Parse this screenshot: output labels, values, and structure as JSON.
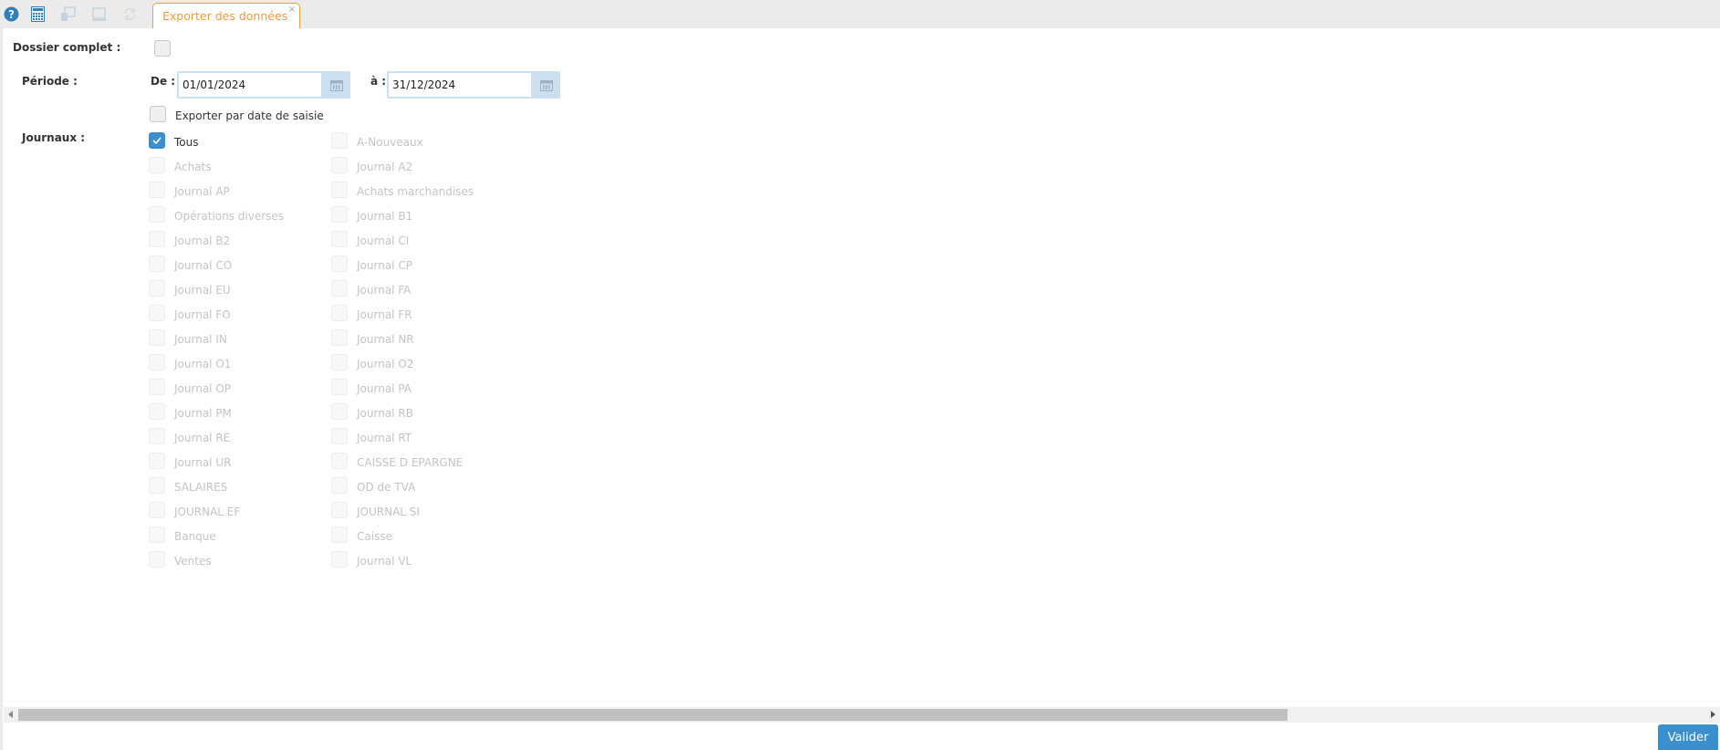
{
  "toolbar": {
    "icons": [
      {
        "name": "help-icon",
        "enabled": true
      },
      {
        "name": "calculator-icon",
        "enabled": true
      },
      {
        "name": "export-screen-icon",
        "enabled": false
      },
      {
        "name": "monitor-icon",
        "enabled": false
      },
      {
        "name": "refresh-icon",
        "enabled": false
      }
    ],
    "tab": {
      "label": "Exporter des données",
      "close": "×",
      "color": "#f19a38"
    }
  },
  "form": {
    "dossier_complet": {
      "label": "Dossier complet :",
      "checked": false
    },
    "periode": {
      "label": "Période :",
      "from_label": "De :",
      "from_value": "01/01/2024",
      "to_label": "à :",
      "to_value": "31/12/2024"
    },
    "exporter_par_date": {
      "label": "Exporter par date de saisie",
      "checked": false
    },
    "journaux": {
      "label": "Journaux :",
      "col1": [
        {
          "label": "Tous",
          "checked": true,
          "disabled": false
        },
        {
          "label": "Achats",
          "checked": false,
          "disabled": true
        },
        {
          "label": "Journal AP",
          "checked": false,
          "disabled": true
        },
        {
          "label": "Opérations diverses",
          "checked": false,
          "disabled": true
        },
        {
          "label": "Journal B2",
          "checked": false,
          "disabled": true
        },
        {
          "label": "Journal CO",
          "checked": false,
          "disabled": true
        },
        {
          "label": "Journal EU",
          "checked": false,
          "disabled": true
        },
        {
          "label": "Journal FO",
          "checked": false,
          "disabled": true
        },
        {
          "label": "Journal IN",
          "checked": false,
          "disabled": true
        },
        {
          "label": "Journal O1",
          "checked": false,
          "disabled": true
        },
        {
          "label": "Journal OP",
          "checked": false,
          "disabled": true
        },
        {
          "label": "Journal PM",
          "checked": false,
          "disabled": true
        },
        {
          "label": "Journal RE",
          "checked": false,
          "disabled": true
        },
        {
          "label": "Journal UR",
          "checked": false,
          "disabled": true
        },
        {
          "label": "SALAIRES",
          "checked": false,
          "disabled": true
        },
        {
          "label": "JOURNAL EF",
          "checked": false,
          "disabled": true
        },
        {
          "label": "Banque",
          "checked": false,
          "disabled": true
        },
        {
          "label": "Ventes",
          "checked": false,
          "disabled": true
        }
      ],
      "col2": [
        {
          "label": "A-Nouveaux",
          "checked": false,
          "disabled": true
        },
        {
          "label": "Journal A2",
          "checked": false,
          "disabled": true
        },
        {
          "label": "Achats marchandises",
          "checked": false,
          "disabled": true
        },
        {
          "label": "Journal B1",
          "checked": false,
          "disabled": true
        },
        {
          "label": "Journal CI",
          "checked": false,
          "disabled": true
        },
        {
          "label": "Journal CP",
          "checked": false,
          "disabled": true
        },
        {
          "label": "Journal FA",
          "checked": false,
          "disabled": true
        },
        {
          "label": "Journal FR",
          "checked": false,
          "disabled": true
        },
        {
          "label": "Journal NR",
          "checked": false,
          "disabled": true
        },
        {
          "label": "Journal O2",
          "checked": false,
          "disabled": true
        },
        {
          "label": "Journal PA",
          "checked": false,
          "disabled": true
        },
        {
          "label": "Journal RB",
          "checked": false,
          "disabled": true
        },
        {
          "label": "Journal RT",
          "checked": false,
          "disabled": true
        },
        {
          "label": "CAISSE D EPARGNE",
          "checked": false,
          "disabled": true
        },
        {
          "label": "OD de TVA",
          "checked": false,
          "disabled": true
        },
        {
          "label": "JOURNAL SI",
          "checked": false,
          "disabled": true
        },
        {
          "label": "Caisse",
          "checked": false,
          "disabled": true
        },
        {
          "label": "Journal VL",
          "checked": false,
          "disabled": true
        }
      ]
    }
  },
  "footer": {
    "valider_label": "Valider",
    "accent": "#3b8fcf"
  }
}
